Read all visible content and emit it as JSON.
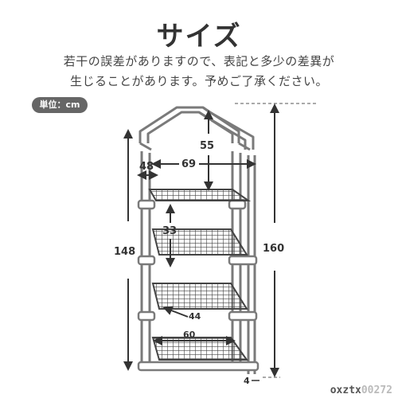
{
  "title": "サイズ",
  "notice": {
    "line1": "若干の誤差がありますので、表記と多少の差異が",
    "line2": "生じることがあります。予めご了承ください。"
  },
  "unit_badge": "単位：cm",
  "dimensions": {
    "total_height": "160",
    "frame_height": "148",
    "roof_height": "55",
    "width": "69",
    "side_depth": "48",
    "shelf_gap": "33",
    "shelf_depth": "44",
    "shelf_width": "60",
    "base_offset": "4"
  },
  "watermark": {
    "strong": "oxztx",
    "dim": "00272"
  },
  "colors": {
    "frame": "#7a7a7a",
    "shelf_grid": "#444444",
    "arrow": "#333333"
  }
}
